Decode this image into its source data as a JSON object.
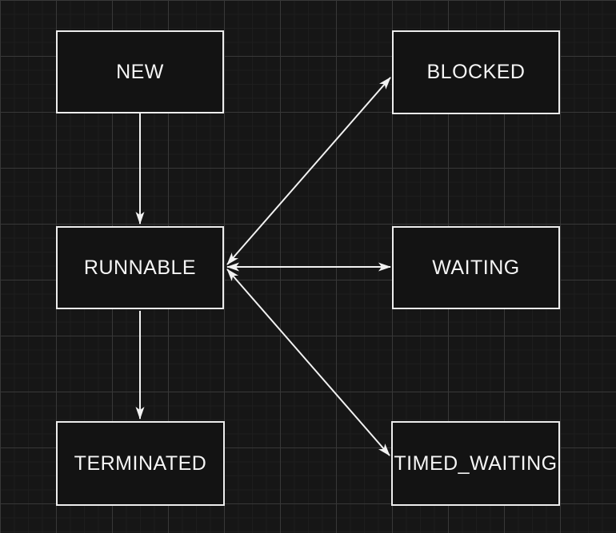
{
  "canvas": {
    "kind": "state-diagram",
    "background_color": "#161616",
    "grid_minor_color": "#1e1e1e",
    "grid_major_color": "#383838"
  },
  "style": {
    "node_fill": "#131313",
    "node_border_color": "#ededed",
    "text_color": "#f5f5f5",
    "arrow_color": "#f2f2f2"
  },
  "nodes": [
    {
      "id": "new",
      "label": "NEW"
    },
    {
      "id": "blocked",
      "label": "BLOCKED"
    },
    {
      "id": "runnable",
      "label": "RUNNABLE"
    },
    {
      "id": "waiting",
      "label": "WAITING"
    },
    {
      "id": "terminated",
      "label": "TERMINATED"
    },
    {
      "id": "timed_waiting",
      "label": "TIMED_WAITING"
    }
  ],
  "edges": [
    {
      "from": "NEW",
      "to": "RUNNABLE",
      "direction": "one-way"
    },
    {
      "from": "RUNNABLE",
      "to": "TERMINATED",
      "direction": "one-way"
    },
    {
      "from": "RUNNABLE",
      "to": "BLOCKED",
      "direction": "two-way"
    },
    {
      "from": "RUNNABLE",
      "to": "WAITING",
      "direction": "two-way"
    },
    {
      "from": "RUNNABLE",
      "to": "TIMED_WAITING",
      "direction": "two-way"
    }
  ]
}
